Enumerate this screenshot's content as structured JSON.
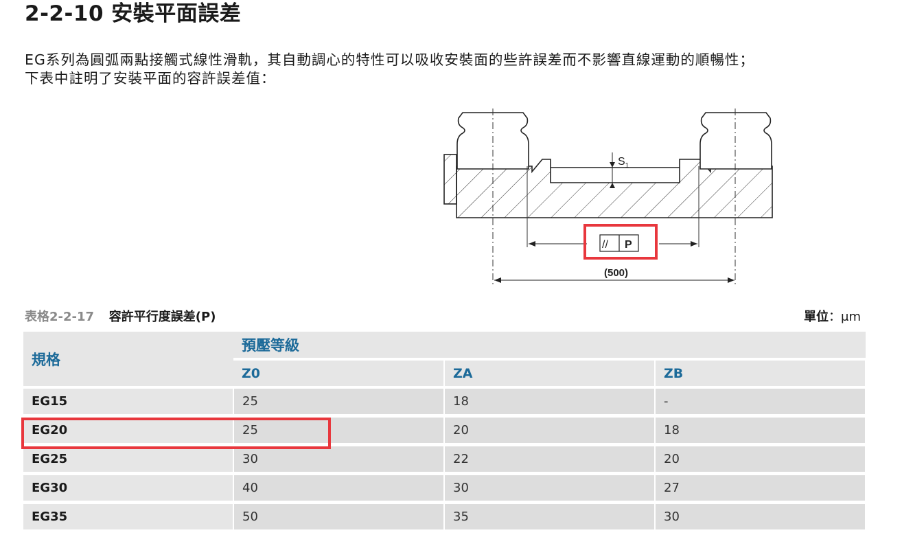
{
  "heading": "2-2-10 安裝平面誤差",
  "intro": {
    "line1": "EG系列為圓弧兩點接觸式線性滑軌，其自動調心的特性可以吸收安裝面的些許誤差而不影響直線運動的順暢性；",
    "line2": "下表中註明了安裝平面的容許誤差值："
  },
  "figure": {
    "s1_label": "S",
    "s1_sub": "1",
    "parallel_symbol": "//",
    "datum_label": "P",
    "dimension_label": "(500)",
    "highlight_color": "#e8373d"
  },
  "table_caption": {
    "number": "表格2-2-17",
    "name": "容許平行度誤差(P)"
  },
  "unit": {
    "label": "單位",
    "value": "：μm"
  },
  "table": {
    "col_spec": "規格",
    "group_header": "預壓等級",
    "sub_headers": [
      "Z0",
      "ZA",
      "ZB"
    ],
    "rows": [
      {
        "spec": "EG15",
        "z0": "25",
        "za": "18",
        "zb": "-"
      },
      {
        "spec": "EG20",
        "z0": "25",
        "za": "20",
        "zb": "18"
      },
      {
        "spec": "EG25",
        "z0": "30",
        "za": "22",
        "zb": "20"
      },
      {
        "spec": "EG30",
        "z0": "40",
        "za": "30",
        "zb": "27"
      },
      {
        "spec": "EG35",
        "z0": "50",
        "za": "35",
        "zb": "30"
      }
    ],
    "highlighted_row": "EG20"
  },
  "colors": {
    "header_text": "#1c6a99",
    "highlight": "#e8373d"
  }
}
